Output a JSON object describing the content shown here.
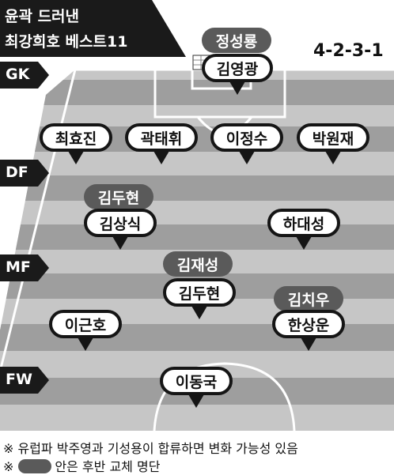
{
  "title": {
    "line1": "윤곽 드러낸",
    "line2": "최강희호 베스트11"
  },
  "formation": "4-2-3-1",
  "rows": {
    "gk": "GK",
    "df": "DF",
    "mf": "MF",
    "fw": "FW"
  },
  "players": {
    "gk": "김영광",
    "df": [
      "최효진",
      "곽태휘",
      "이정수",
      "박원재"
    ],
    "dm_left": "김상식",
    "dm_right": "하대성",
    "am_center": "김두현",
    "am_left": "이근호",
    "am_right": "한상운",
    "fw": "이동국"
  },
  "substitutes": {
    "gk": "정성룡",
    "dm_left": "김두현",
    "am_center": "김재성",
    "am_right": "김치우"
  },
  "notes": {
    "line1": "※ 유럽파 박주영과 기성용이 합류하면 변화 가능성 있음",
    "line2_prefix": "※",
    "line2_suffix": "안은 후반 교체 명단"
  },
  "colors": {
    "pitch_light": "#c6c6c6",
    "pitch_dark": "#9e9e9e",
    "banner": "#1a1a1a",
    "sub_badge": "#5a5a5a"
  }
}
